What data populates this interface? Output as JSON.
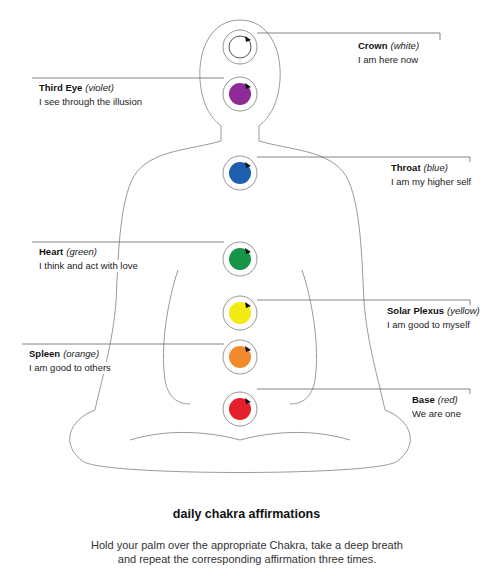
{
  "diagram": {
    "title": "daily chakra affirmations",
    "caption": "Hold your palm over the appropriate Chakra, take a deep breath and repeat the corresponding affirmation three times.",
    "labels": [
      "Crown",
      "(white)",
      "I am here now",
      "Third Eye",
      "(violet)",
      "I see through the illusion",
      "Throat",
      "(blue)",
      "I am my higher self",
      "Heart",
      "(green)",
      "I think and act with love",
      "Solar Plexus",
      "(yellow)",
      "I am good to myself",
      "Spleen",
      "(orange)",
      "I am good to others",
      "Base",
      "(red)",
      "We are one"
    ]
  }
}
